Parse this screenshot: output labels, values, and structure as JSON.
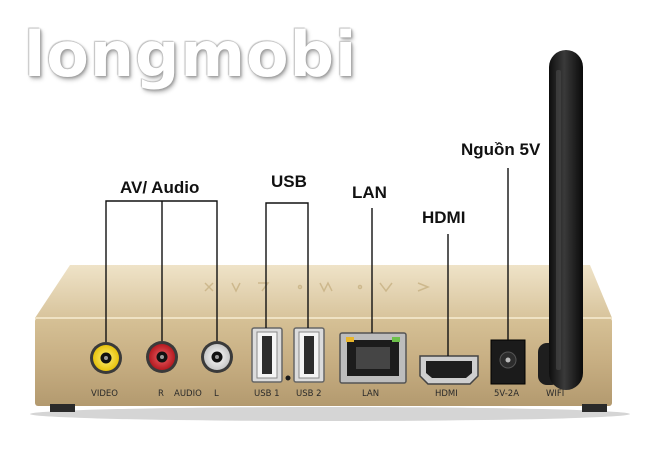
{
  "watermark": "longmobi",
  "callouts": {
    "av_audio": "AV/ Audio",
    "usb": "USB",
    "lan": "LAN",
    "hdmi": "HDMI",
    "power": "Nguồn 5V"
  },
  "port_labels": {
    "video": "VIDEO",
    "audio_r": "R",
    "audio": "AUDIO",
    "audio_l": "L",
    "usb1": "USB 1",
    "usb2": "USB 2",
    "lan": "LAN",
    "hdmi": "HDMI",
    "dc": "5V-2A",
    "wifi": "WIFI"
  },
  "colors": {
    "case": "#cbb48a",
    "rca_video": "#f2d21a",
    "rca_red": "#d3262c",
    "rca_white": "#f0f0f0",
    "antenna": "#1a1a1a"
  }
}
